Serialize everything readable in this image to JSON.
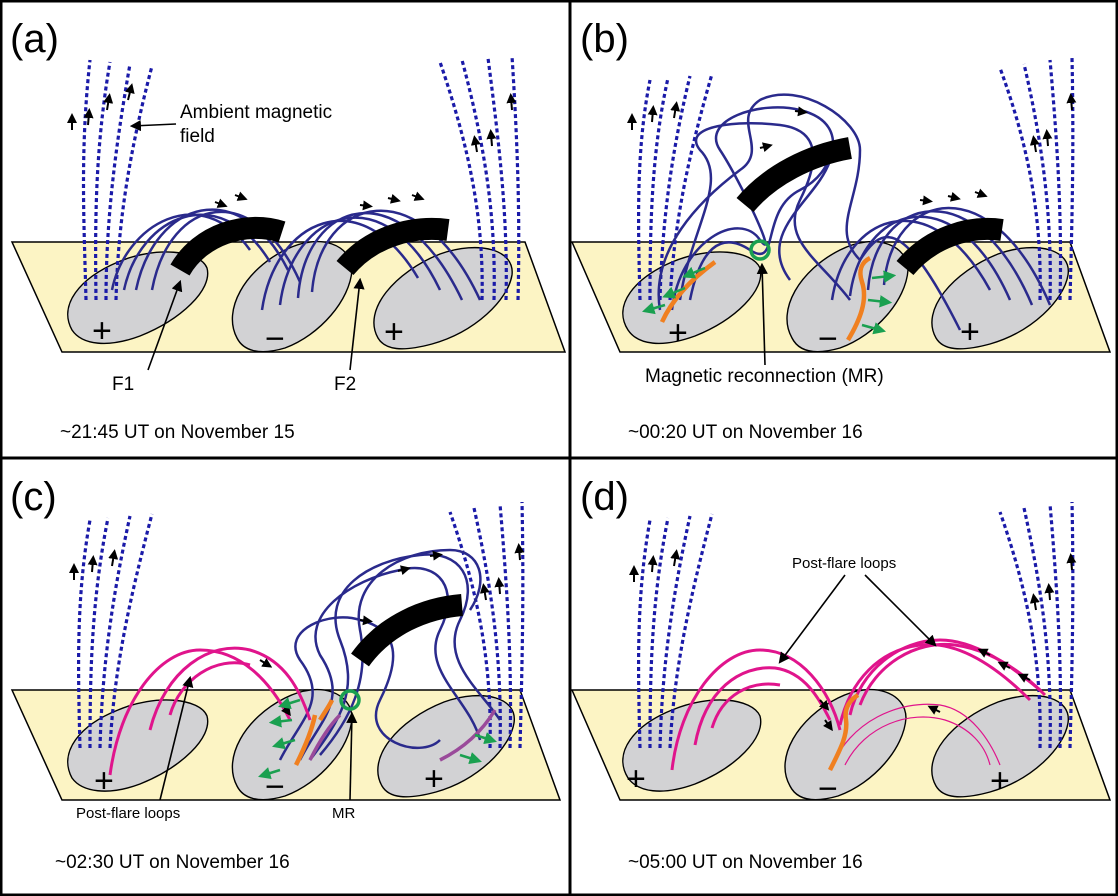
{
  "panels": [
    {
      "letter": "(a)",
      "caption": "~21:45 UT on November 15"
    },
    {
      "letter": "(b)",
      "caption": "~00:20 UT on November 16"
    },
    {
      "letter": "(c)",
      "caption": "~02:30 UT on November 16"
    },
    {
      "letter": "(d)",
      "caption": "~05:00 UT on November 16"
    }
  ],
  "labels": {
    "ambient_line1": "Ambient magnetic",
    "ambient_line2": "field",
    "f1": "F1",
    "f2": "F2",
    "magnetic_reconnection": "Magnetic reconnection (MR)",
    "post_flare_loops": "Post-flare loops",
    "mr": "MR"
  },
  "polarity": {
    "positive": "+",
    "negative": "−"
  },
  "colors": {
    "background_plane": "#fcf4c4",
    "polarity_patch": "#d2d2d4",
    "field_lines": "#2a2a8c",
    "ambient_field": "#1a1aa8",
    "post_flare_loops": "#e0148c",
    "flare_ribbons": "#f08020",
    "reconnection_marker": "#1aa050",
    "filament": "#000000"
  }
}
